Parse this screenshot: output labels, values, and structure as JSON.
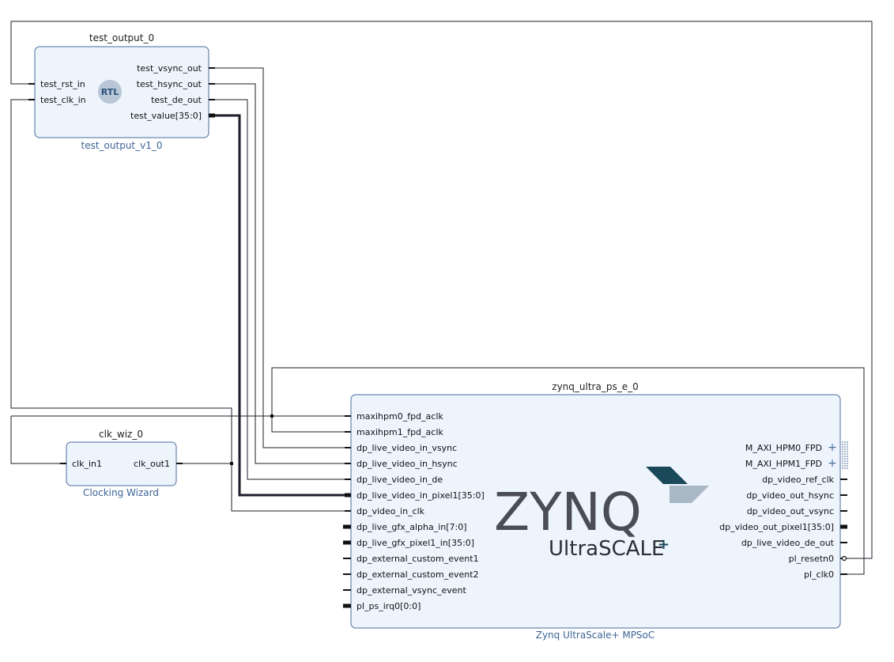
{
  "blocks": {
    "test_output": {
      "instance": "test_output_0",
      "ip_name": "test_output_v1_0",
      "badge": "RTL",
      "inputs": [
        "test_rst_in",
        "test_clk_in"
      ],
      "outputs": [
        "test_vsync_out",
        "test_hsync_out",
        "test_de_out",
        "test_value[35:0]"
      ]
    },
    "clk_wiz": {
      "instance": "clk_wiz_0",
      "ip_name": "Clocking Wizard",
      "inputs": [
        "clk_in1"
      ],
      "outputs": [
        "clk_out1"
      ]
    },
    "zynq": {
      "instance": "zynq_ultra_ps_e_0",
      "ip_name": "Zynq UltraScale+ MPSoC",
      "logo_main": "ZYNQ",
      "logo_sub": "UltraSCALE",
      "logo_plus": "+",
      "brand_color_dark": "#1a4a5a",
      "brand_color_light": "#a8b8c4",
      "inputs": [
        "maxihpm0_fpd_aclk",
        "maxihpm1_fpd_aclk",
        "dp_live_video_in_vsync",
        "dp_live_video_in_hsync",
        "dp_live_video_in_de",
        "dp_live_video_in_pixel1[35:0]",
        "dp_video_in_clk",
        "dp_live_gfx_alpha_in[7:0]",
        "dp_live_gfx_pixel1_in[35:0]",
        "dp_external_custom_event1",
        "dp_external_custom_event2",
        "dp_external_vsync_event",
        "pl_ps_irq0[0:0]"
      ],
      "outputs": [
        "M_AXI_HPM0_FPD",
        "M_AXI_HPM1_FPD",
        "dp_video_ref_clk",
        "dp_video_out_hsync",
        "dp_video_out_vsync",
        "dp_video_out_pixel1[35:0]",
        "dp_live_video_de_out",
        "pl_resetn0",
        "pl_clk0"
      ]
    }
  },
  "colors": {
    "block_fill": "#eef4fc",
    "block_border": "#4a6d9c",
    "ip_label": "#3c6496",
    "wire": "#1c1c2a"
  }
}
